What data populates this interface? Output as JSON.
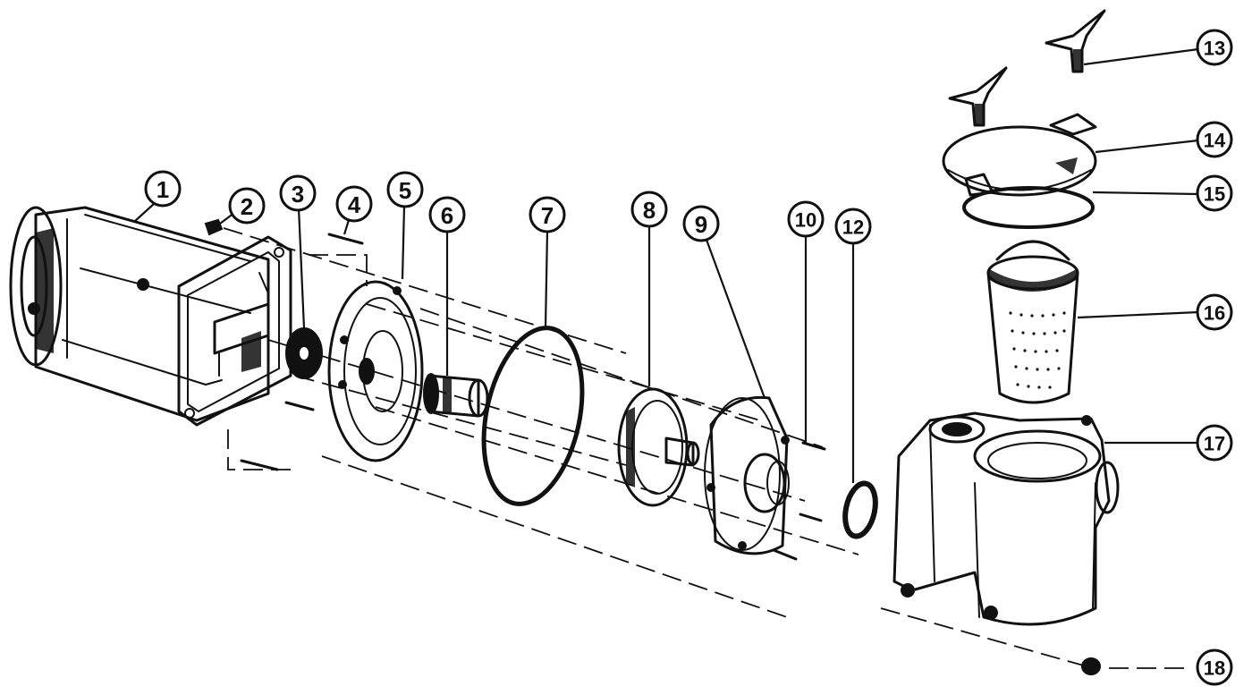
{
  "diagram": {
    "parts": [
      {
        "id": "part-1",
        "label": "1"
      },
      {
        "id": "part-2",
        "label": "2"
      },
      {
        "id": "part-3",
        "label": "3"
      },
      {
        "id": "part-4",
        "label": "4"
      },
      {
        "id": "part-5",
        "label": "5"
      },
      {
        "id": "part-6",
        "label": "6"
      },
      {
        "id": "part-7",
        "label": "7"
      },
      {
        "id": "part-8",
        "label": "8"
      },
      {
        "id": "part-9",
        "label": "9"
      },
      {
        "id": "part-10",
        "label": "10"
      },
      {
        "id": "part-12",
        "label": "12"
      },
      {
        "id": "part-13",
        "label": "13"
      },
      {
        "id": "part-14",
        "label": "14"
      },
      {
        "id": "part-15",
        "label": "15"
      },
      {
        "id": "part-16",
        "label": "16"
      },
      {
        "id": "part-17",
        "label": "17"
      },
      {
        "id": "part-18",
        "label": "18"
      }
    ]
  }
}
